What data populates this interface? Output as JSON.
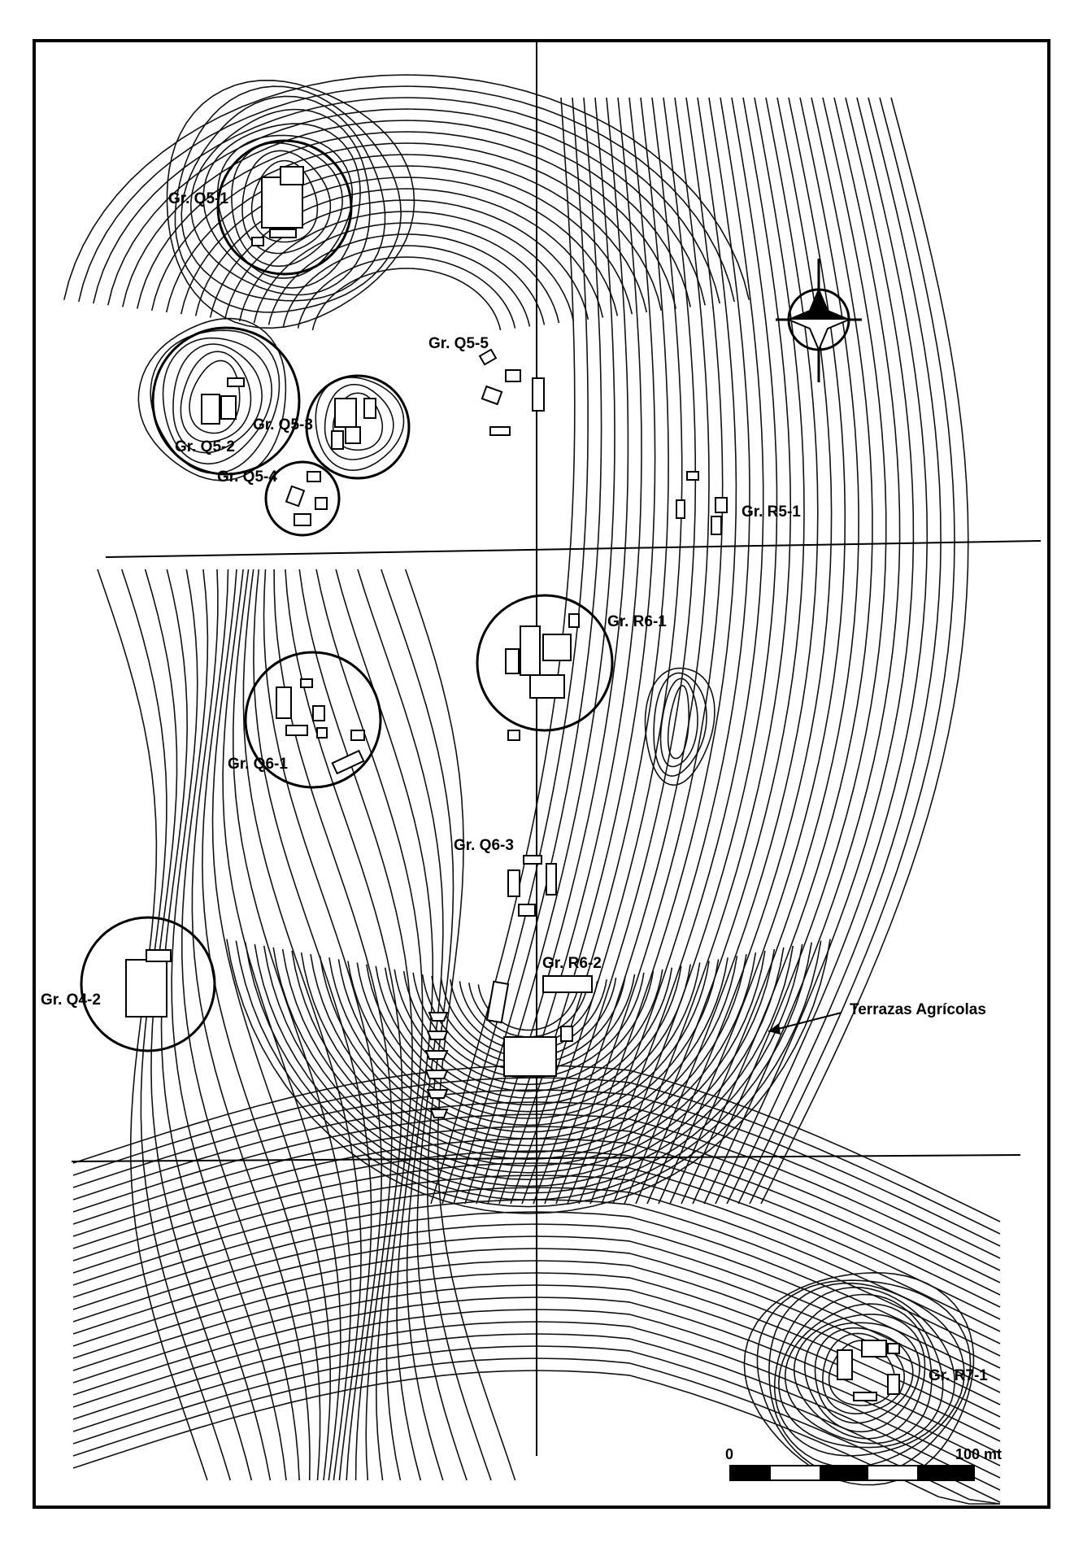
{
  "groups": [
    {
      "id": "q5_1",
      "label": "Gr. Q5-1"
    },
    {
      "id": "q5_5",
      "label": "Gr. Q5-5"
    },
    {
      "id": "q5_3",
      "label": "Gr. Q5-3"
    },
    {
      "id": "q5_2",
      "label": "Gr. Q5-2"
    },
    {
      "id": "q5_4",
      "label": "Gr. Q5-4"
    },
    {
      "id": "r5_1",
      "label": "Gr. R5-1"
    },
    {
      "id": "r6_1",
      "label": "Gr. R6-1"
    },
    {
      "id": "q6_1",
      "label": "Gr. Q6-1"
    },
    {
      "id": "q6_3",
      "label": "Gr. Q6-3"
    },
    {
      "id": "r6_2",
      "label": "Gr. R6-2"
    },
    {
      "id": "q4_2",
      "label": "Gr. Q4-2"
    },
    {
      "id": "r7_1",
      "label": "Gr. R7-1"
    }
  ],
  "annotation": {
    "terraces": "Terrazas Agrícolas"
  },
  "scale": {
    "start": "0",
    "end": "100 mt"
  },
  "colors": {
    "ink": "#000000",
    "paper": "#ffffff"
  },
  "icons": {
    "north": "north-arrow-icon"
  }
}
